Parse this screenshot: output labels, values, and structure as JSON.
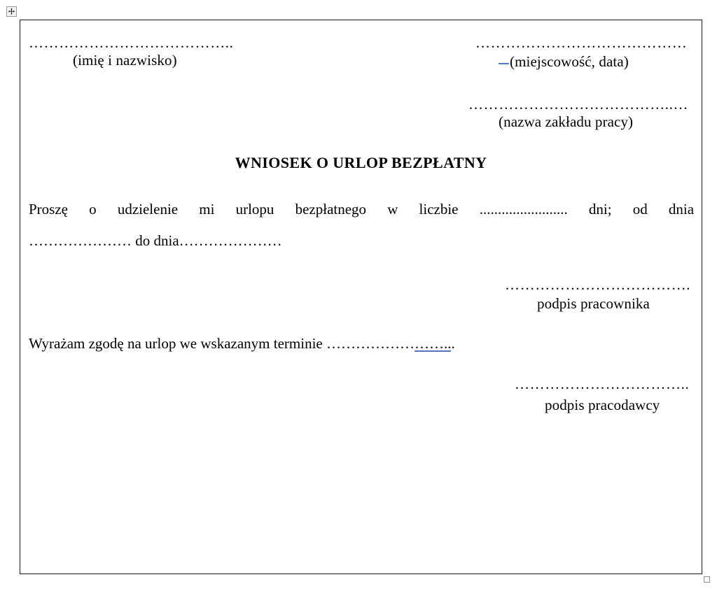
{
  "document": {
    "title": "WNIOSEK O URLOP BEZPŁATNY",
    "language": "pl"
  },
  "handles": {
    "move_handle_icon": "move-cross-icon",
    "resize_handle_icon": "resize-square-icon"
  },
  "header": {
    "left": {
      "dots": "…………………………………..",
      "label": "(imię i nazwisko)"
    },
    "right_top": {
      "dots": "……………………………………",
      "label": "(miejscowość, data)",
      "has_blue_mark": true
    },
    "right_bottom": {
      "dots": "…………………………………..…",
      "label": "(nazwa zakładu pracy)"
    }
  },
  "body": {
    "line1_part1": "Proszę o udzielenie mi urlopu bezpłatnego w liczbie",
    "line1_dots": "........................",
    "line1_part2": "dni; od dnia",
    "line2_dots_before": "…………………",
    "line2_text": "do dnia",
    "line2_dots_after": "…………………"
  },
  "signatures": {
    "employee": {
      "dots": "……………………………….",
      "label": "podpis pracownika"
    },
    "employer": {
      "dots": "……………………………..",
      "label": "podpis pracodawcy"
    }
  },
  "consent": {
    "text": "Wyrażam zgodę na urlop we wskazanym terminie",
    "dots_black": "………………",
    "dots_blue": "……..",
    "trailing_dot": "."
  },
  "colors": {
    "text": "#000000",
    "border": "#1a1a1a",
    "grammar_underline": "#5577bb",
    "background": "#ffffff",
    "handle_fill": "#f3f3f3",
    "handle_border": "#9a9a9a"
  }
}
